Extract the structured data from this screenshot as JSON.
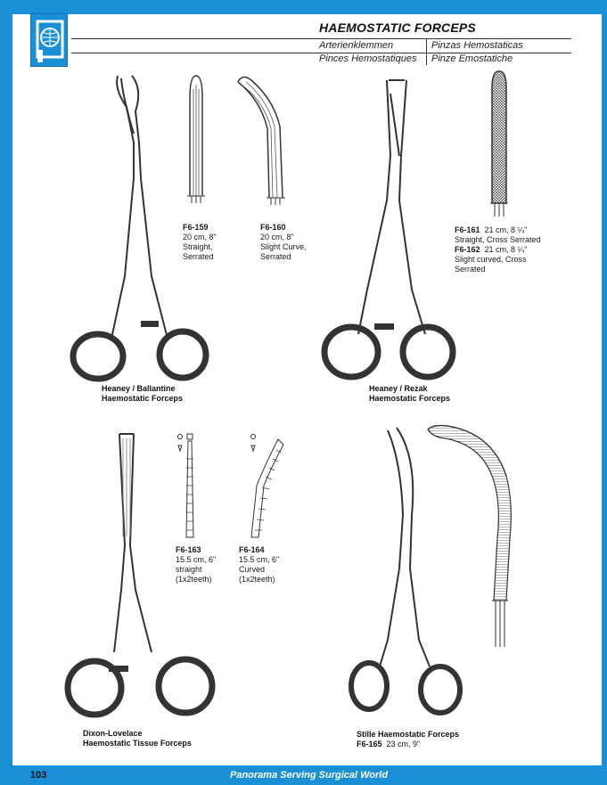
{
  "header": {
    "title": "HAEMOSTATIC FORCEPS",
    "sub_de": "Arterienklemmen",
    "sub_es": "Pinzas Hemostaticas",
    "sub_fr": "Pinces Hemostatiques",
    "sub_it": "Pinze Emostatiche"
  },
  "products": {
    "f6_159": {
      "code": "F6-159",
      "size": "20 cm, 8\"",
      "line1": "Straight,",
      "line2": "Serrated"
    },
    "f6_160": {
      "code": "F6-160",
      "size": "20 cm, 8\"",
      "line1": "Slight Curve,",
      "line2": "Serrated"
    },
    "f6_161": {
      "code": "F6-161",
      "size": "21 cm, 8 ¼\"",
      "desc": "Straight, Cross Serrated"
    },
    "f6_162": {
      "code": "F6-162",
      "size": "21 cm, 8 ¼\"",
      "line1": "Slight curved, Cross",
      "line2": "Serrated"
    },
    "f6_163": {
      "code": "F6-163",
      "size": "15.5 cm, 6\"",
      "line1": "straight",
      "line2": "(1x2teeth)"
    },
    "f6_164": {
      "code": "F6-164",
      "size": "15.5 cm, 6\"",
      "line1": "Curved",
      "line2": "(1x2teeth)"
    },
    "f6_165": {
      "code": "F6-165",
      "size": "23 cm, 9\""
    }
  },
  "captions": {
    "heaney_ballantine_1": "Heaney / Ballantine",
    "heaney_ballantine_2": "Haemostatic Forceps",
    "heaney_rezak_1": "Heaney / Rezak",
    "heaney_rezak_2": "Haemostatic Forceps",
    "dixon_1": "Dixon-Lovelace",
    "dixon_2": "Haemostatic Tissue Forceps",
    "stille_1": "Stille Haemostatic Forceps"
  },
  "footer": {
    "page_number": "103",
    "tagline": "Panorama Serving Surgical World"
  },
  "colors": {
    "accent": "#1a8fd6"
  }
}
